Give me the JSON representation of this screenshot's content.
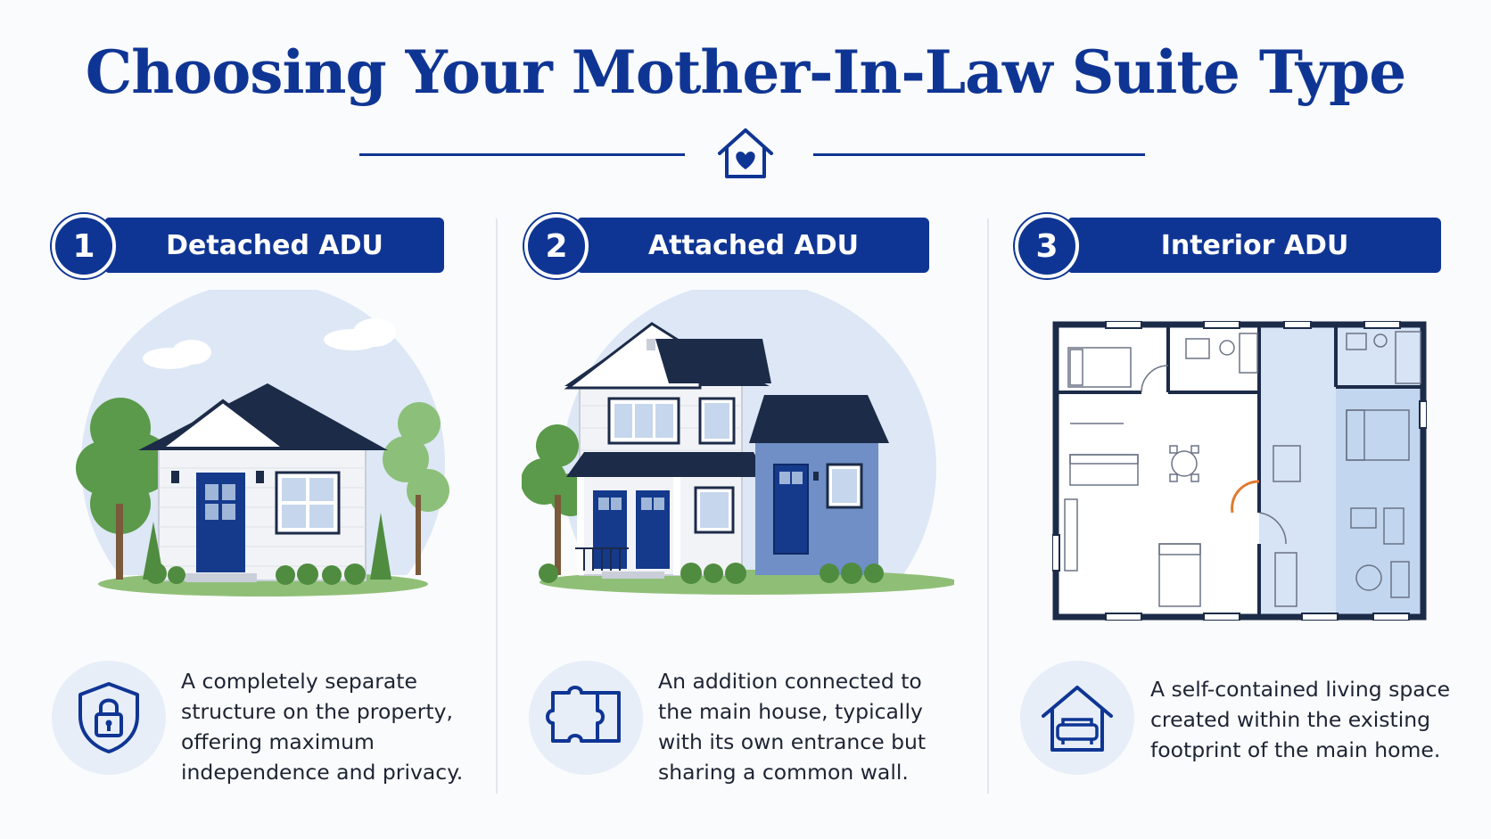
{
  "title": "Choosing Your Mother-In-Law Suite Type",
  "colors": {
    "navy": "#0f3594",
    "light_blue": "#e7eef8",
    "green": "#5a9a4a"
  },
  "types": [
    {
      "number": "1",
      "name": "Detached ADU",
      "icon": "shield-lock-icon",
      "description": [
        "A completely separate",
        "structure on the property,",
        "offering maximum",
        "independence and privacy."
      ]
    },
    {
      "number": "2",
      "name": "Attached ADU",
      "icon": "puzzle-icon",
      "description": [
        "An addition connected to",
        "the main house, typically",
        "with its own entrance but",
        "sharing a common wall."
      ]
    },
    {
      "number": "3",
      "name": "Interior ADU",
      "icon": "house-sofa-icon",
      "description": [
        "A self-contained living space",
        "created within the existing",
        "footprint of the main home."
      ]
    }
  ]
}
